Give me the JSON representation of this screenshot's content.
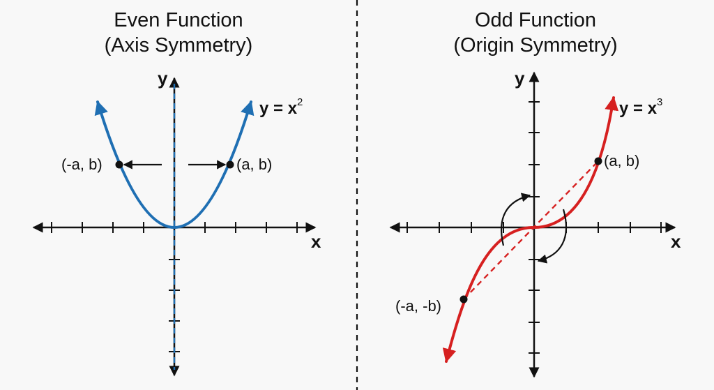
{
  "colors": {
    "background": "#f8f8f8",
    "ink": "#111111",
    "even_curve": "#1f6fb3",
    "odd_curve": "#d62020"
  },
  "left": {
    "title_line1": "Even Function",
    "title_line2": "(Axis Symmetry)",
    "y_label": "y",
    "x_label": "x",
    "equation_base": "y = x",
    "equation_exponent": "2",
    "point_left": "(-a, b)",
    "point_right": "(a, b)"
  },
  "right": {
    "title_line1": "Odd Function",
    "title_line2": "(Origin Symmetry)",
    "y_label": "y",
    "x_label": "x",
    "equation_base": "y = x",
    "equation_exponent": "3",
    "point_upper": "(a, b)",
    "point_lower": "(-a, -b)"
  }
}
